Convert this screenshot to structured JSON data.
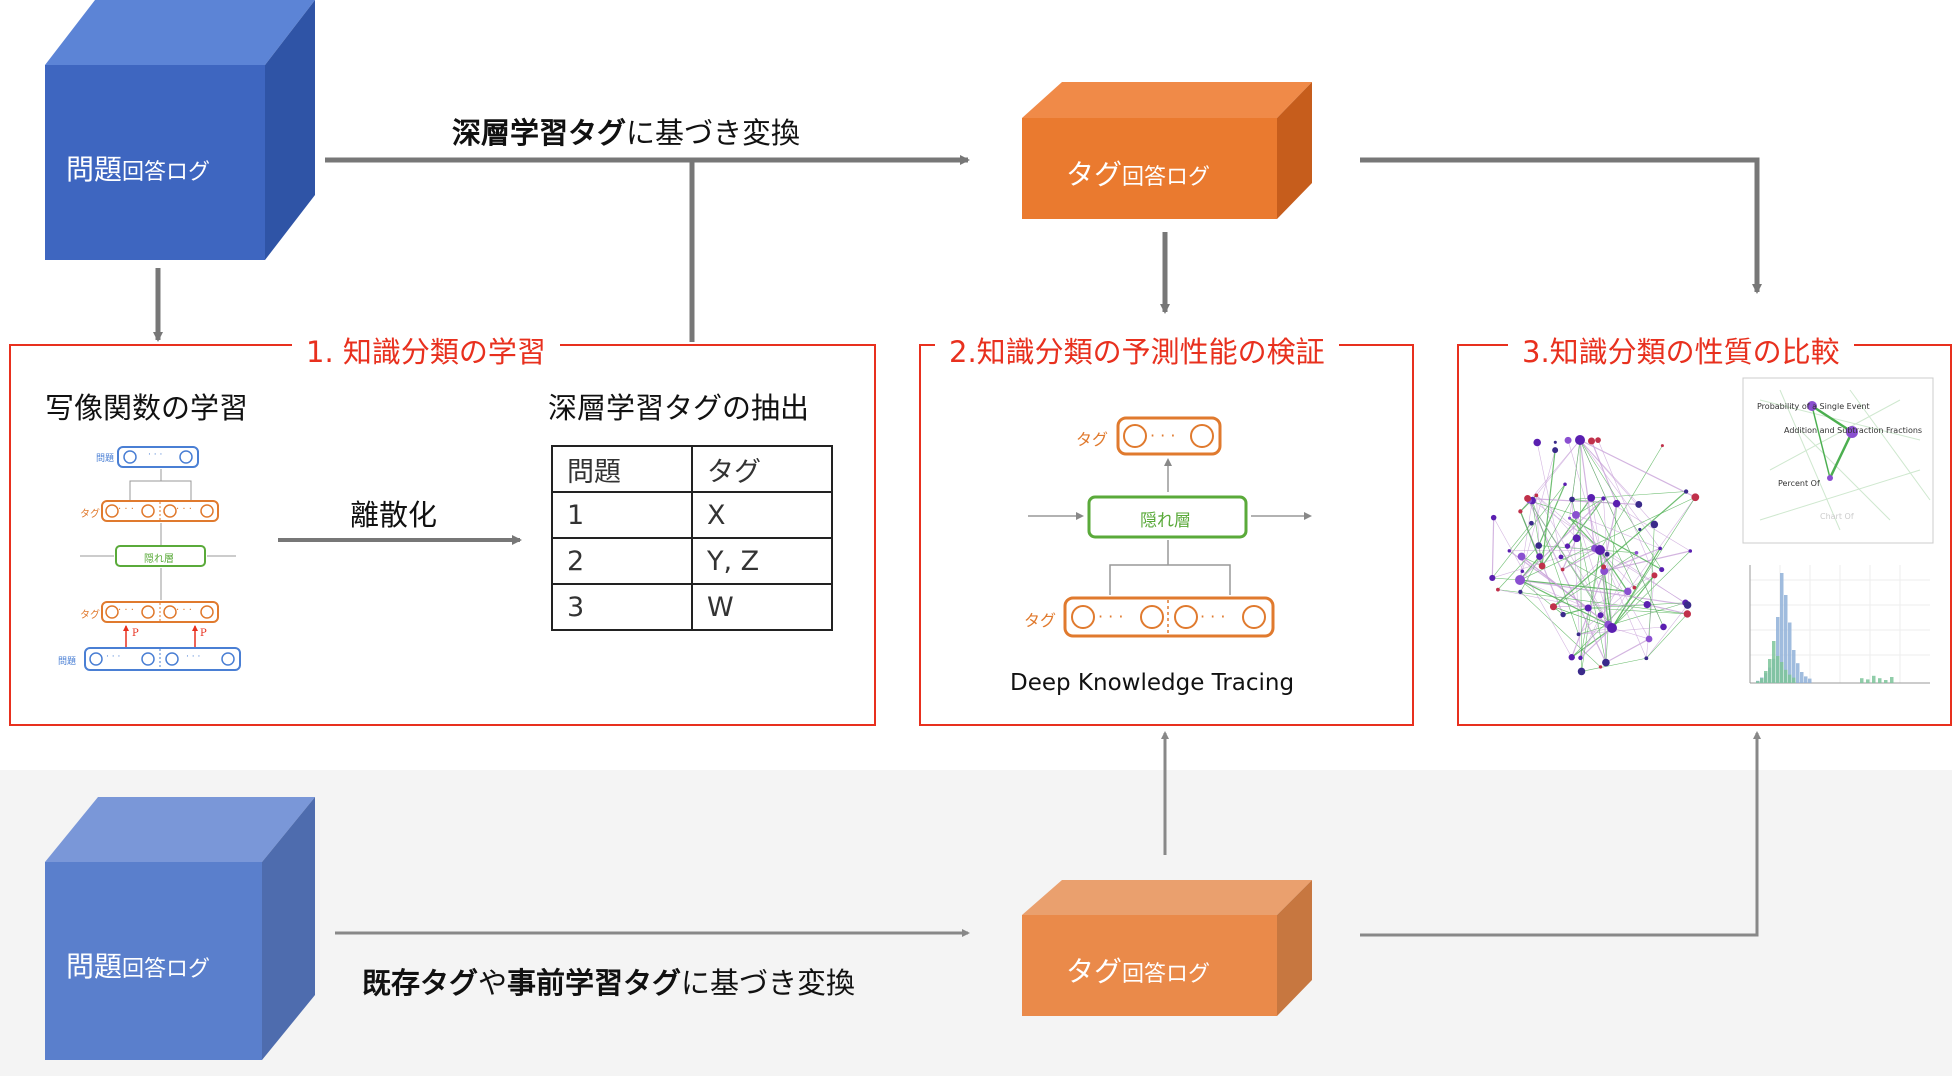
{
  "top": {
    "source_cube": {
      "main": "問題",
      "sub": "回答ログ",
      "color": "#3e66c0"
    },
    "tag_cube": {
      "main": "タグ",
      "sub": "回答ログ",
      "color": "#ea7a2f"
    },
    "arrow_label_bold": "深層学習タグ",
    "arrow_label_rest": "に基づき変換"
  },
  "bottom": {
    "source_cube": {
      "main": "問題",
      "sub": "回答ログ",
      "color": "#4f73c4"
    },
    "tag_cube": {
      "main": "タグ",
      "sub": "回答ログ",
      "color": "#ea8a4a"
    },
    "arrow_label_part1": "既存タグ",
    "arrow_label_part2": "や",
    "arrow_label_part3": "事前学習タグ",
    "arrow_label_part4": "に基づき変換"
  },
  "section1": {
    "title": "1. 知識分類の学習",
    "left_subtitle": "写像関数の学習",
    "right_subtitle": "深層学習タグの抽出",
    "arrow_label": "離散化",
    "mini_diagram": {
      "top_label": "問題",
      "tag_label": "タグ",
      "hidden_label": "隠れ層",
      "tag_label_2": "タグ",
      "bottom_label": "問題",
      "p_label": "P",
      "dots": "· · ·"
    },
    "table": {
      "headers": [
        "問題",
        "タグ"
      ],
      "rows": [
        [
          "1",
          "X"
        ],
        [
          "2",
          "Y, Z"
        ],
        [
          "3",
          "W"
        ]
      ]
    }
  },
  "section2": {
    "title": "2.知識分類の予測性能の検証",
    "tag_label_top": "タグ",
    "hidden_label": "隠れ層",
    "tag_label_bottom": "タグ",
    "dots": "· · ·",
    "caption": "Deep Knowledge Tracing"
  },
  "section3": {
    "title": "3.知識分類の性質の比較",
    "zoom_labels": [
      "Probability of a Single Event",
      "Addition and Subtraction Fractions",
      "Percent Of",
      "Chart Of"
    ]
  },
  "colors": {
    "section_border": "#e8301e",
    "arrow": "#777777",
    "orange": "#ea7a2f",
    "green": "#5aaa3a",
    "blue": "#4a7fd4"
  }
}
